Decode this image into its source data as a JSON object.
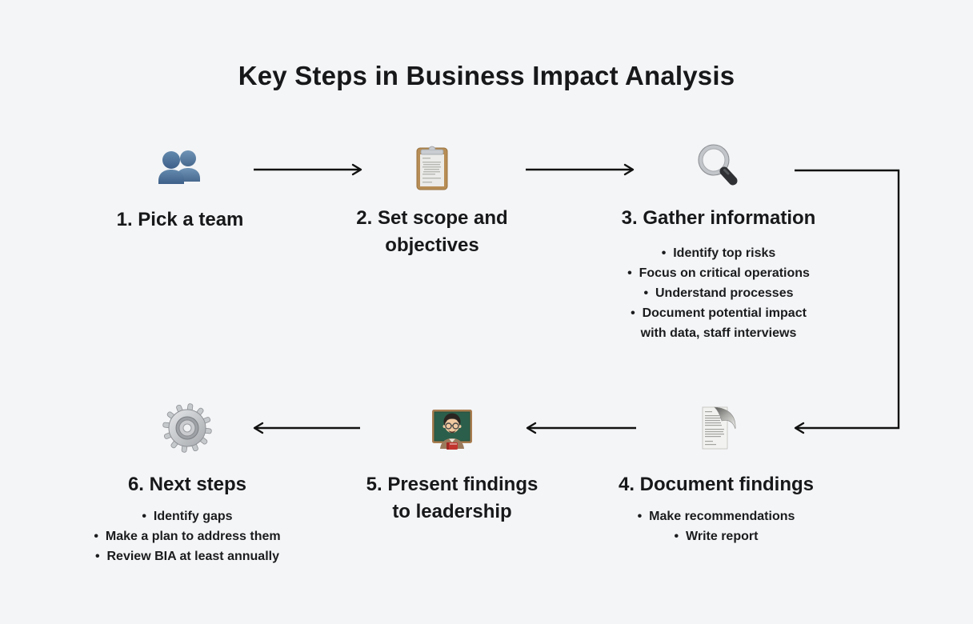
{
  "title": "Key Steps in Business Impact Analysis",
  "colors": {
    "background": "#f4f5f7",
    "text": "#17181a",
    "arrow": "#111111",
    "people_blue": "#4a6d92",
    "clipboard_tan": "#b78d55",
    "board_green": "#2b5f4b",
    "book_red": "#c2342e"
  },
  "steps": [
    {
      "label": "1. Pick a team",
      "icon": "busts-in-silhouette",
      "bullets": []
    },
    {
      "label": "2. Set scope and\nobjectives",
      "icon": "clipboard",
      "bullets": []
    },
    {
      "label": "3. Gather information",
      "icon": "magnifying-glass",
      "bullets": [
        "Identify top risks",
        "Focus on critical operations",
        "Understand processes",
        "Document potential impact\nwith data, staff interviews"
      ]
    },
    {
      "label": "4. Document findings",
      "icon": "page-with-curl",
      "bullets": [
        "Make recommendations",
        "Write report"
      ]
    },
    {
      "label": "5. Present findings\nto leadership",
      "icon": "man-teacher",
      "bullets": []
    },
    {
      "label": "6. Next steps",
      "icon": "gear",
      "bullets": [
        "Identify gaps",
        "Make a plan to address them",
        "Review BIA at least annually"
      ]
    }
  ]
}
